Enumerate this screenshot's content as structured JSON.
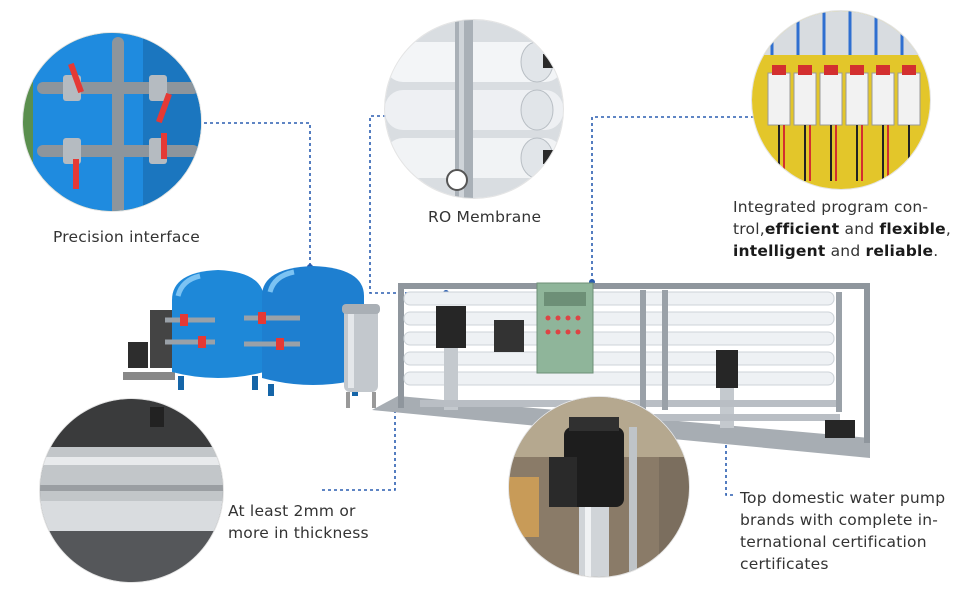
{
  "callouts": {
    "precision_interface": "Precision interface",
    "ro_membrane": "RO Membrane",
    "program_control": {
      "line1": "Integrated program con-",
      "line2_prefix": "trol,",
      "efficient": "efficient",
      "and1": " and ",
      "flexible": "flexible",
      "comma": ",",
      "intelligent": "intelligent",
      "and2": " and ",
      "reliable": "reliable",
      "period": "."
    },
    "thickness": {
      "line1": "At least 2mm or",
      "line2": "more in thickness"
    },
    "pump": {
      "line1": "Top domestic water pump",
      "line2": "brands with complete in-",
      "line3": "ternational certification",
      "line4": "certificates"
    }
  },
  "colors": {
    "leader_line": "#2a5db0",
    "tank_blue": "#1e88d8",
    "membrane_white": "#eef1f4",
    "steel": "#b9bec4",
    "valve_red": "#e53935"
  }
}
